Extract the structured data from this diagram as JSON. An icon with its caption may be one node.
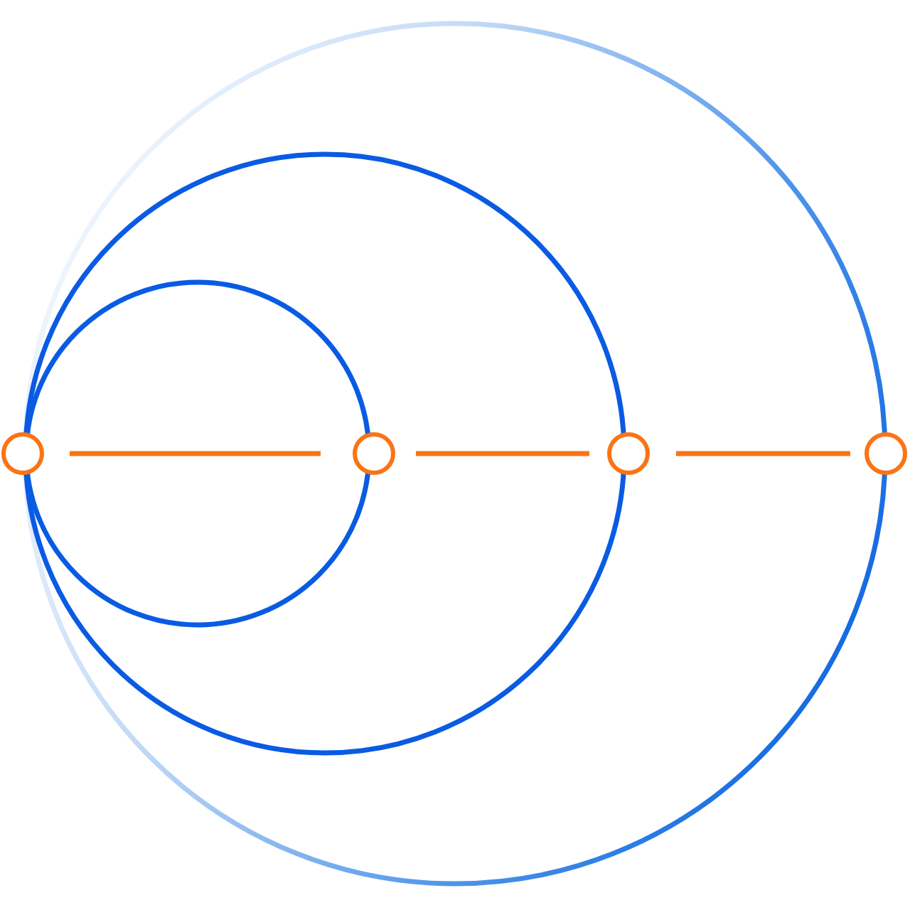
{
  "diagram": {
    "nodes": [
      {
        "text": [],
        "shape": "circle"
      },
      {
        "text": [],
        "shape": "circle"
      },
      {
        "text": [],
        "shape": "circle"
      },
      {
        "text": [],
        "shape": "circle"
      }
    ],
    "edges": [
      {
        "from": 0,
        "to": 1,
        "arrow": "none"
      },
      {
        "from": 1,
        "to": 2,
        "arrow": "none"
      },
      {
        "from": 2,
        "to": 3,
        "arrow": "none"
      }
    ]
  }
}
